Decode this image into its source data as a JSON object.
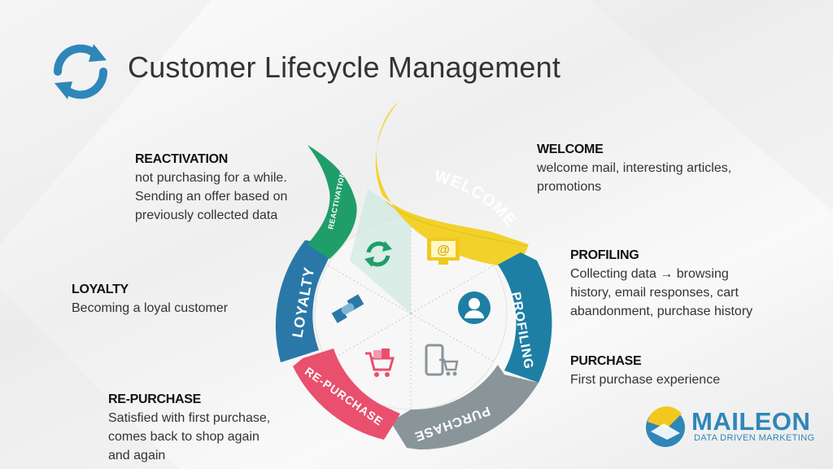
{
  "title": "Customer Lifecycle Management",
  "blocks": {
    "reactivation": {
      "head": "REACTIVATION",
      "lines": [
        "not purchasing for a while.",
        "Sending an offer based on",
        "previously collected data"
      ]
    },
    "welcome": {
      "head": "WELCOME",
      "lines": [
        "welcome mail, interesting articles,",
        "promotions"
      ]
    },
    "profiling": {
      "head": "PROFILING",
      "lines": [
        "Collecting data → browsing",
        "history, email responses, cart",
        "abandonment, purchase history"
      ]
    },
    "loyalty": {
      "head": "LOYALTY",
      "lines": [
        "Becoming a loyal customer"
      ]
    },
    "purchase": {
      "head": "PURCHASE",
      "lines": [
        "First purchase experience"
      ]
    },
    "repurchase": {
      "head": "RE-PURCHASE",
      "lines": [
        "Satisfied with first purchase,",
        "comes back to shop again",
        "and again"
      ]
    }
  },
  "wheel": {
    "welcome": "WELCOME",
    "profiling": "PROFILING",
    "purchase": "PURCHASE",
    "repurchase": "RE-PURCHASE",
    "loyalty": "LOYALTY",
    "reactivation": "REACTIVATION"
  },
  "colors": {
    "welcome": "#f2d22a",
    "profiling": "#1e7fa4",
    "purchase": "#8a959a",
    "repurchase": "#e8506e",
    "loyalty": "#2a78a8",
    "reactivation": "#1f9e6a",
    "icon_blue": "#2f86b9"
  },
  "logo": {
    "name": "MAILEON",
    "tagline": "DATA DRIVEN MARKETING"
  }
}
